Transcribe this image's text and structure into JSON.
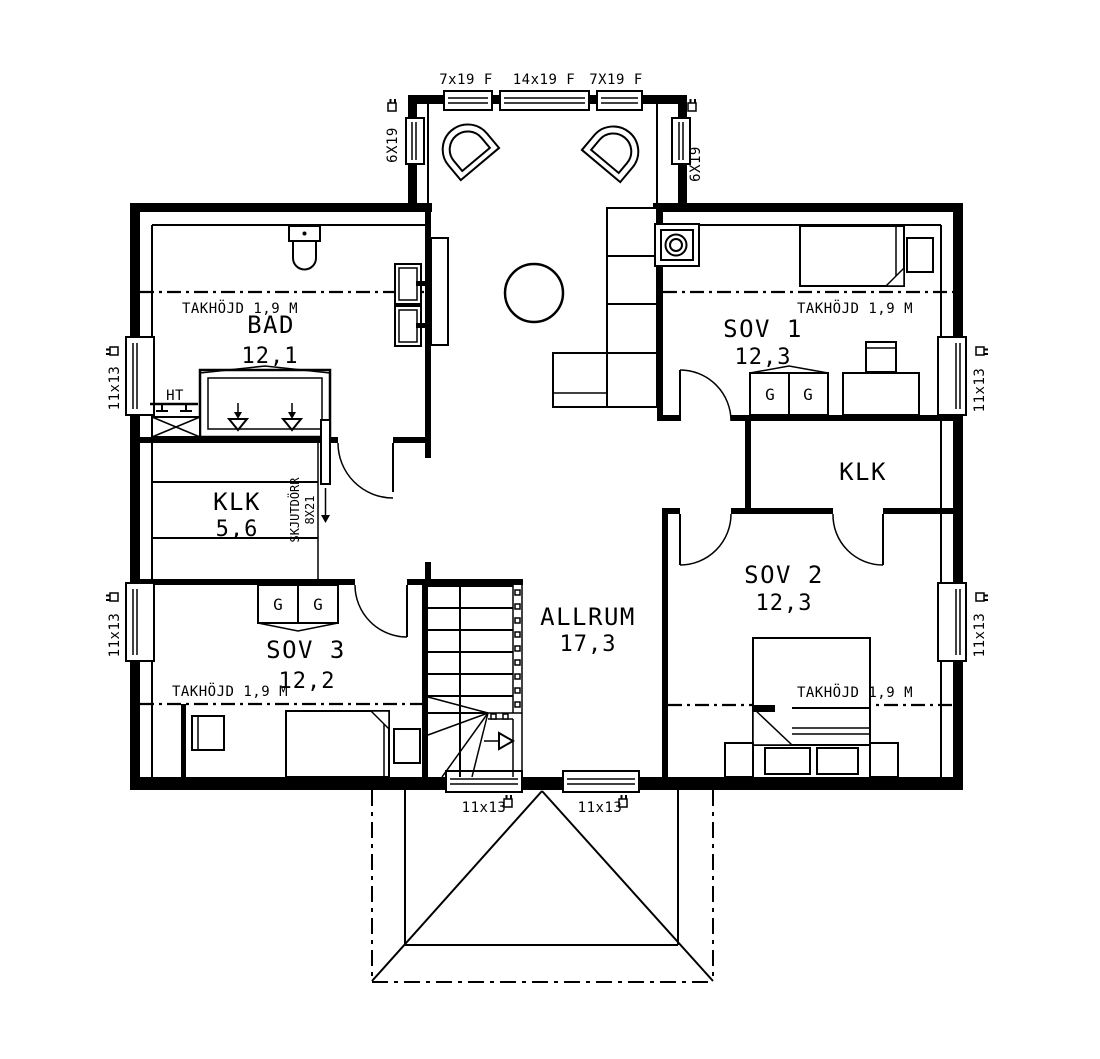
{
  "colors": {
    "ink": "#000000",
    "paper": "#ffffff"
  },
  "rooms": {
    "bad": {
      "name": "BAD",
      "area": "12,1"
    },
    "sov1": {
      "name": "SOV 1",
      "area": "12,3"
    },
    "sov2": {
      "name": "SOV 2",
      "area": "12,3"
    },
    "sov3": {
      "name": "SOV 3",
      "area": "12,2"
    },
    "klk_left": {
      "name": "KLK",
      "area": "5,6"
    },
    "klk_right": {
      "name": "KLK"
    },
    "allrum": {
      "name": "ALLRUM",
      "area": "17,3"
    }
  },
  "annotations": {
    "ceiling_height": "TAKHÖJD 1,9 M",
    "sliding_door": "SKJUTDÖRR",
    "sliding_door_size": "8X21",
    "towel_rail": "HT",
    "wardrobe": "G"
  },
  "window_labels": {
    "top_left": "7x19 F",
    "top_center": "14x19 F",
    "top_right": "7X19 F",
    "bay_side_left": "6X19",
    "bay_side_right": "6X19",
    "left_upper": "11x13",
    "left_lower": "11x13",
    "right_upper": "11x13",
    "right_lower": "11x13",
    "bottom_left": "11x13",
    "bottom_right": "11x13"
  }
}
